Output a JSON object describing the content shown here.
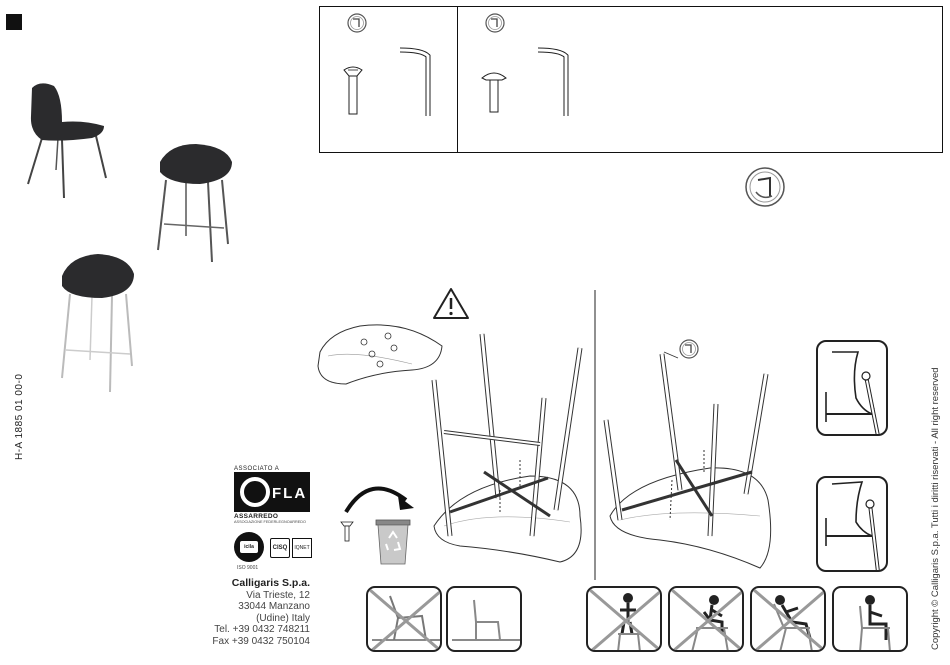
{
  "document": {
    "code": "H-A 1885 01 00-0",
    "copyright": "Copyright © Calligaris S.p.a.   Tutti i diritti riservati - All right reserved"
  },
  "company": {
    "name": "Calligaris S.p.a.",
    "address1": "Via Trieste, 12",
    "address2": "33044 Manzano",
    "address3": "(Udine) Italy",
    "tel": "Tel. +39 0432 748211",
    "fax": "Fax +39 0432 750104"
  },
  "associations": {
    "top_label": "ASSOCIATO A",
    "logo_text": "FLA",
    "name": "ASSARREDO",
    "subname": "ASSOCIAZIONE FEDERLEGNOARREDO",
    "cert1": "icila",
    "cert1_label": "ISO 9001",
    "cert2": "CISQ",
    "cert3": "IQNET"
  },
  "colors": {
    "ink": "#222222",
    "chair_dark": "#2b2b2d",
    "leg_silver": "#c8c8c8"
  }
}
